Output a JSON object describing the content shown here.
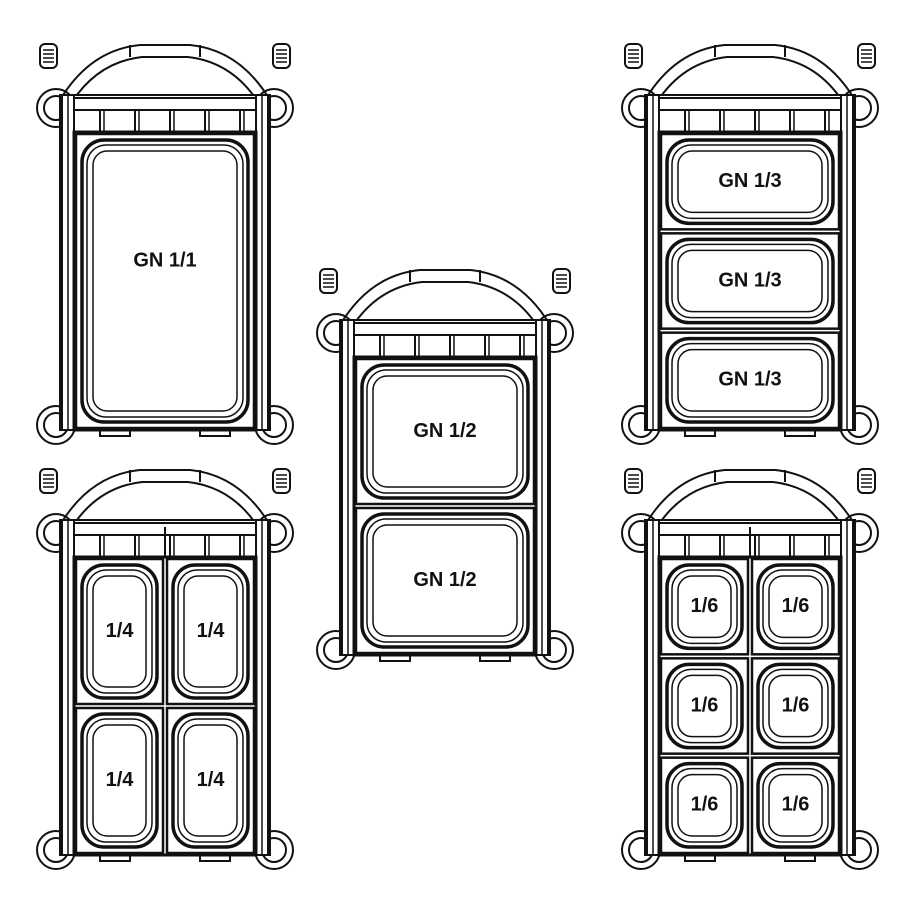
{
  "carriers": [
    {
      "name": "carrier-gn-1-1",
      "layout": "1/1",
      "pans": [
        "GN 1/1"
      ]
    },
    {
      "name": "carrier-gn-1-2",
      "layout": "1/2",
      "pans": [
        "GN 1/2",
        "GN 1/2"
      ]
    },
    {
      "name": "carrier-gn-1-3",
      "layout": "1/3",
      "pans": [
        "GN 1/3",
        "GN 1/3",
        "GN 1/3"
      ]
    },
    {
      "name": "carrier-gn-1-4",
      "layout": "1/4",
      "pans": [
        "1/4",
        "1/4",
        "1/4",
        "1/4"
      ]
    },
    {
      "name": "carrier-gn-1-6",
      "layout": "1/6",
      "pans": [
        "1/6",
        "1/6",
        "1/6",
        "1/6",
        "1/6",
        "1/6"
      ]
    }
  ]
}
